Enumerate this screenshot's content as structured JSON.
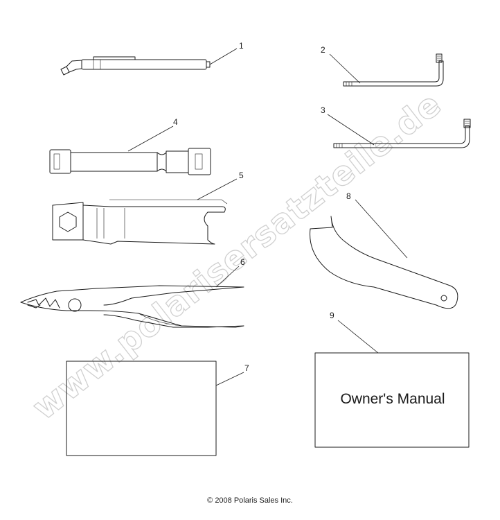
{
  "watermark": "www.polarisersatzteile.de",
  "parts": [
    {
      "callout": "1",
      "icon": "tire-gauge-icon"
    },
    {
      "callout": "2",
      "icon": "hex-key-small-icon"
    },
    {
      "callout": "3",
      "icon": "hex-key-large-icon"
    },
    {
      "callout": "4",
      "icon": "spark-plug-wrench-icon"
    },
    {
      "callout": "5",
      "icon": "open-end-wrench-icon"
    },
    {
      "callout": "6",
      "icon": "pliers-icon"
    },
    {
      "callout": "7",
      "icon": "tool-bag-icon"
    },
    {
      "callout": "8",
      "icon": "spanner-wrench-icon"
    },
    {
      "callout": "9",
      "icon": "owners-manual-icon"
    }
  ],
  "manual_label": "Owner's Manual",
  "copyright": "© 2008 Polaris Sales Inc."
}
